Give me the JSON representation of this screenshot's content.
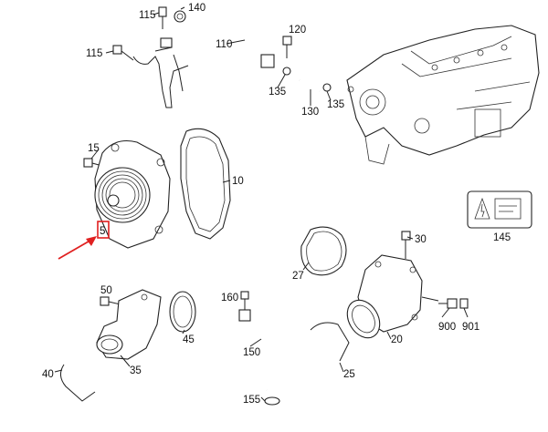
{
  "labels": {
    "l115a": "115",
    "l140": "140",
    "l115b": "115",
    "l110": "110",
    "l120": "120",
    "l135a": "135",
    "l130": "130",
    "l135b": "135",
    "l15": "15",
    "l10": "10",
    "l5": "5",
    "l145": "145",
    "l30": "30",
    "l27": "27",
    "l50": "50",
    "l45": "45",
    "l160": "160",
    "l150": "150",
    "l20": "20",
    "l900": "900",
    "l901": "901",
    "l40": "40",
    "l35": "35",
    "l25": "25",
    "l155": "155"
  },
  "colors": {
    "highlight": "#e02020",
    "line": "#222222"
  }
}
